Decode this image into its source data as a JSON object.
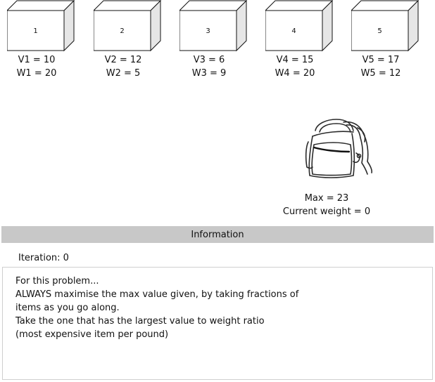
{
  "items": [
    {
      "number": "1",
      "value": "V1 = 10",
      "weight": "W1 = 20"
    },
    {
      "number": "2",
      "value": "V2 = 12",
      "weight": "W2 = 5"
    },
    {
      "number": "3",
      "value": "V3 = 6",
      "weight": "W3 = 9"
    },
    {
      "number": "4",
      "value": "V4 = 15",
      "weight": "W4 = 20"
    },
    {
      "number": "5",
      "value": "V5 = 17",
      "weight": "W5 = 12"
    }
  ],
  "knapsack": {
    "icon": "backpack-icon",
    "max": "Max = 23",
    "current_weight": "Current weight = 0"
  },
  "info": {
    "header": "Information",
    "iteration": "Iteration: 0",
    "message_lines": [
      "For this problem...",
      "ALWAYS maximise the max value given, by taking fractions of",
      "items as you go along.",
      "Take the one that has the largest value to weight ratio",
      "(most expensive item per pound)"
    ]
  }
}
